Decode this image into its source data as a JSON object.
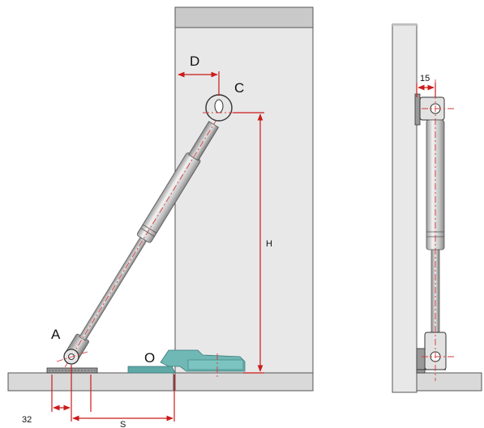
{
  "labels": {
    "A": "A",
    "C": "C",
    "D": "D",
    "H": "H",
    "O": "O",
    "S": "S",
    "dim_32": "32",
    "dim_15": "15"
  },
  "colors": {
    "panel": "#e8e8e8",
    "panel_top": "#c9c9c9",
    "shelf": "#d9d9d9",
    "dimension": "#cc1a1a",
    "hinge": "#5fa9a7",
    "spring_body": "#d4d4d4"
  }
}
